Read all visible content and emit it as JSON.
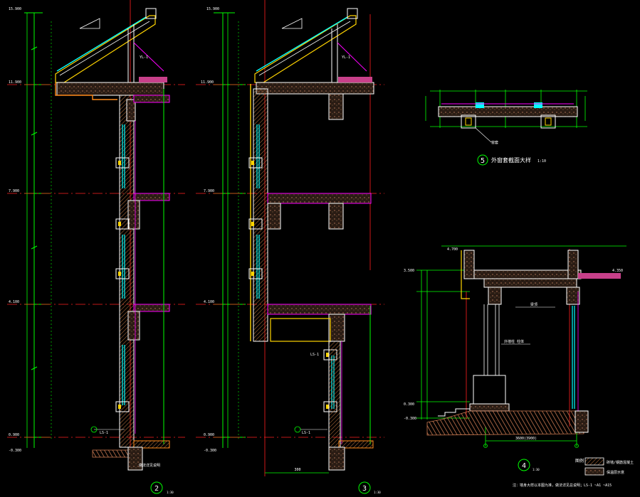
{
  "colors": {
    "background": "#000000",
    "dim_green": "#00ff00",
    "wall_white": "#ffffff",
    "axis_red": "#ff2020",
    "glass_cyan": "#00ffff",
    "trim_magenta": "#ff00ff",
    "roof_yellow": "#ffd400",
    "floor_orange": "#ff8a1a",
    "hatch_brown": "#c87850",
    "text_white": "#ffffff"
  },
  "section_2": {
    "top_elevation": "15.900",
    "eave_elevation": "11.900",
    "elev_mid": "7.900",
    "elev_low": "4.100",
    "elev_base": "0.900",
    "elev_ground": "-0.300",
    "callout_top": "YL-1",
    "callout_base": "LS-1",
    "note_base": "做法详见说明",
    "number": "2",
    "scale": "1:30"
  },
  "section_3": {
    "top_elevation": "15.900",
    "eave_elevation": "11.900",
    "elev_mid": "7.900",
    "elev_low": "4.100",
    "elev_base": "0.900",
    "elev_ground": "-0.300",
    "callout_top": "YL-1",
    "callout_mid": "LS-1",
    "callout_base": "LS-1",
    "number": "3",
    "scale": "1:30",
    "bottom_dim": "300"
  },
  "detail_5": {
    "number": "5",
    "title": "外窗套截面大样",
    "scale": "1:10",
    "note": "窗套"
  },
  "detail_4": {
    "number": "4",
    "scale": "1:30",
    "elev_top": "4.700",
    "elev_mid": "3.500",
    "elev_low": "0.300",
    "elev_ground": "-0.300",
    "elev_right": "4.350",
    "note_column": "外墙柱  柱体",
    "note_beam": "梁顶",
    "bottom_dim": "3600(3900)"
  },
  "legend": {
    "title": "图例",
    "item_1": "砖墙/钢筋混凝土",
    "item_2": "保温层示意"
  },
  "footer_note": "注：墙身大样以本图为准，做法详见总说明；LS-1 ~A1 ~A15"
}
